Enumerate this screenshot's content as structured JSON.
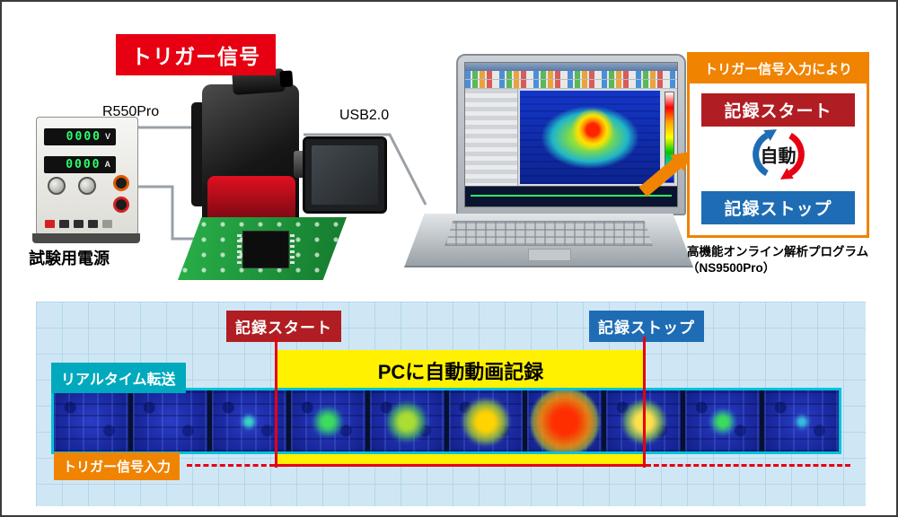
{
  "colors": {
    "red": "#e60012",
    "darkred": "#b01e23",
    "blue": "#1e6db4",
    "orange": "#f08300",
    "teal": "#00a9bd",
    "yellow": "#fff100",
    "tlbg": "#cfe7f5",
    "gridline": "#b3d6eb",
    "pcbgreen": "#24a13d",
    "displaygreen": "#2aff6e"
  },
  "diagram": {
    "trigger_signal_label": "トリガー信号",
    "camera_model_label": "R550Pro",
    "usb_label": "USB2.0",
    "power_supply": {
      "name_label": "試験用電源",
      "voltage_value": "0000",
      "voltage_unit": "V",
      "current_value": "0000",
      "current_unit": "A"
    },
    "callout": {
      "title": "トリガー信号入力により",
      "record_start": "記録スタート",
      "auto": "自動",
      "record_stop": "記録ストップ",
      "program_line1": "高機能オンライン解析プログラム",
      "program_line2": "（NS9500Pro）"
    }
  },
  "timeline": {
    "record_start_label": "記録スタート",
    "record_stop_label": "記録ストップ",
    "auto_record_label": "PCに自動動画記録",
    "realtime_label": "リアルタイム転送",
    "trigger_input_label": "トリガー信号入力",
    "frames": [
      {
        "spot_size": 0,
        "core": "",
        "mid": ""
      },
      {
        "spot_size": 0,
        "core": "",
        "mid": ""
      },
      {
        "spot_size": 10,
        "core": "#36d8c0",
        "mid": "rgba(60,150,230,0.5)"
      },
      {
        "spot_size": 18,
        "core": "#3cdc5c",
        "mid": "rgba(40,190,130,0.55)"
      },
      {
        "spot_size": 24,
        "core": "#aade32",
        "mid": "rgba(70,200,90,0.6)"
      },
      {
        "spot_size": 28,
        "core": "#ffd400",
        "mid": "rgba(160,215,50,0.7)"
      },
      {
        "spot_size": 38,
        "core": "#ff2e00",
        "mid": "rgba(255,150,0,0.85)",
        "outer": "rgba(150,220,60,0.55)"
      },
      {
        "spot_size": 26,
        "core": "#ffe14d",
        "mid": "rgba(140,215,70,0.65)"
      },
      {
        "spot_size": 16,
        "core": "#3cdc5c",
        "mid": "rgba(50,180,170,0.5)"
      },
      {
        "spot_size": 10,
        "core": "#36c0dc",
        "mid": "rgba(50,130,220,0.45)"
      }
    ]
  }
}
